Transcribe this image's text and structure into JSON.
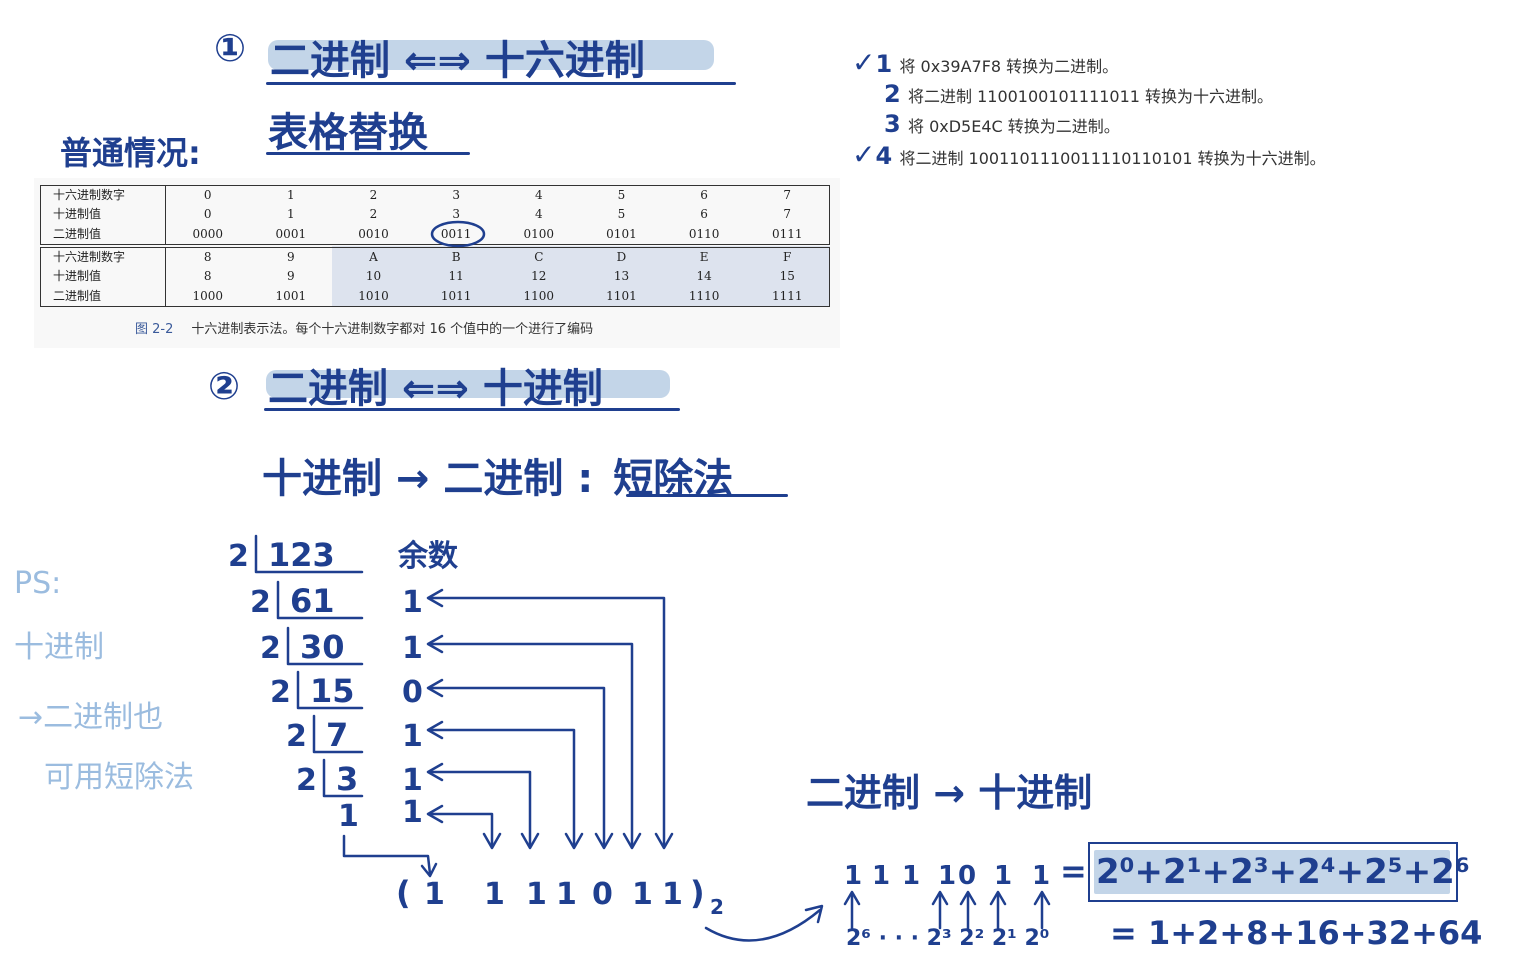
{
  "section1": {
    "number": "①",
    "title": "二进制 ⇐⇒ 十六进制",
    "subtitle": "表格替换"
  },
  "normal_case_label": "普通情况:",
  "hex_table": {
    "row_labels": [
      "十六进制数字",
      "十进制值",
      "二进制值"
    ],
    "block1": {
      "hex": [
        "0",
        "1",
        "2",
        "3",
        "4",
        "5",
        "6",
        "7"
      ],
      "dec": [
        "0",
        "1",
        "2",
        "3",
        "4",
        "5",
        "6",
        "7"
      ],
      "bin": [
        "0000",
        "0001",
        "0010",
        "0011",
        "0100",
        "0101",
        "0110",
        "0111"
      ]
    },
    "block2": {
      "hex": [
        "8",
        "9",
        "A",
        "B",
        "C",
        "D",
        "E",
        "F"
      ],
      "dec": [
        "8",
        "9",
        "10",
        "11",
        "12",
        "13",
        "14",
        "15"
      ],
      "bin": [
        "1000",
        "1001",
        "1010",
        "1011",
        "1100",
        "1101",
        "1110",
        "1111"
      ]
    },
    "caption_fig": "图 2-2",
    "caption_text": "十六进制表示法。每个十六进制数字都对 16 个值中的一个进行了编码"
  },
  "exercises": [
    {
      "num": "1",
      "checked": true,
      "text": "将 0x39A7F8 转换为二进制。"
    },
    {
      "num": "2",
      "checked": false,
      "text": "将二进制 1100100101111011 转换为十六进制。"
    },
    {
      "num": "3",
      "checked": false,
      "text": "将 0xD5E4C 转换为二进制。"
    },
    {
      "num": "4",
      "checked": true,
      "text": "将二进制 1001101110011110110101 转换为十六进制。"
    }
  ],
  "check_mark": "✓",
  "section2": {
    "number": "②",
    "title": "二进制 ⇐⇒ 十进制",
    "dec_to_bin_label": "十进制 → 二进制 :",
    "method": "短除法"
  },
  "division": {
    "divisor": "2",
    "dividends": [
      "123",
      "61",
      "30",
      "15",
      "7",
      "3"
    ],
    "remainder_header": "余数",
    "remainders": [
      "1",
      "1",
      "0",
      "1",
      "1",
      "1"
    ],
    "final_quotient": "1"
  },
  "binary_result": {
    "open": "(",
    "digits": [
      "1",
      "1",
      "1",
      "1",
      "0",
      "1",
      "1"
    ],
    "close": ")",
    "base": "2"
  },
  "ps_note": {
    "lines": [
      "PS:",
      "十进制",
      "→二进制也",
      "可用短除法"
    ]
  },
  "bin_to_dec": {
    "label": "二进制 → 十进制",
    "digits": [
      "1",
      "1",
      "1",
      "1",
      "0",
      "1",
      "1"
    ],
    "powers": "2⁶ · · · 2³ 2² 2¹ 2⁰",
    "equals": "=",
    "sum_powers": "2⁰+2¹+2³+2⁴+2⁵+2⁶",
    "sum_values": "= 1+2+8+16+32+64"
  }
}
